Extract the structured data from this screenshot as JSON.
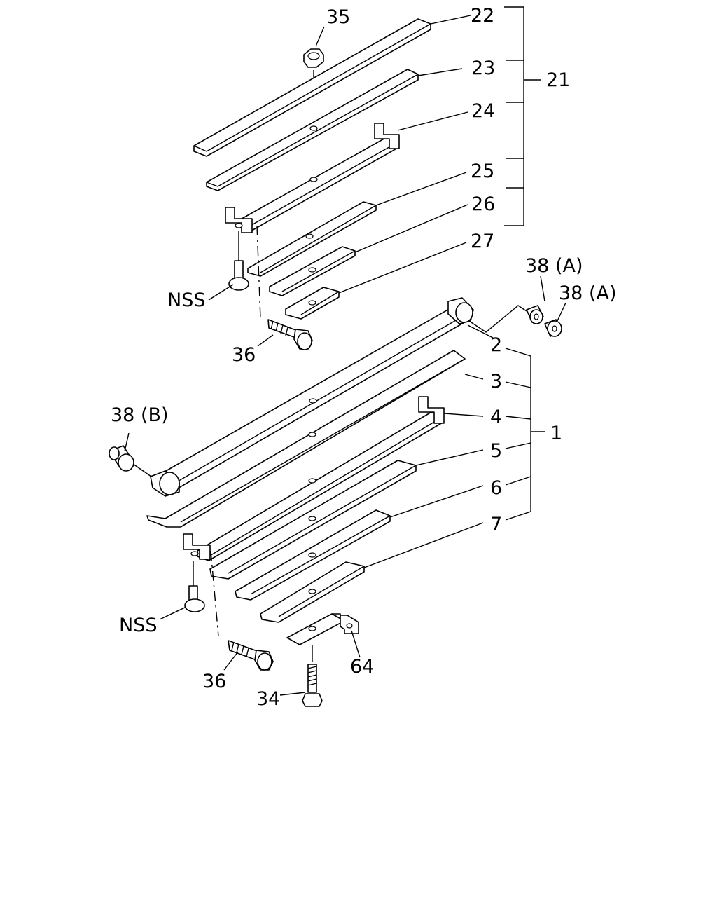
{
  "callouts": {
    "p35": "35",
    "p22": "22",
    "p23": "23",
    "p24": "24",
    "p21": "21",
    "p25": "25",
    "p26": "26",
    "p27": "27",
    "nss_upper": "NSS",
    "p36_upper": "36",
    "p38a_1": "38 (A)",
    "p38a_2": "38 (A)",
    "p2": "2",
    "p3": "3",
    "p4": "4",
    "p1": "1",
    "p5": "5",
    "p6": "6",
    "p7": "7",
    "p38b": "38 (B)",
    "nss_lower": "NSS",
    "p36_lower": "36",
    "p64": "64",
    "p34": "34"
  }
}
